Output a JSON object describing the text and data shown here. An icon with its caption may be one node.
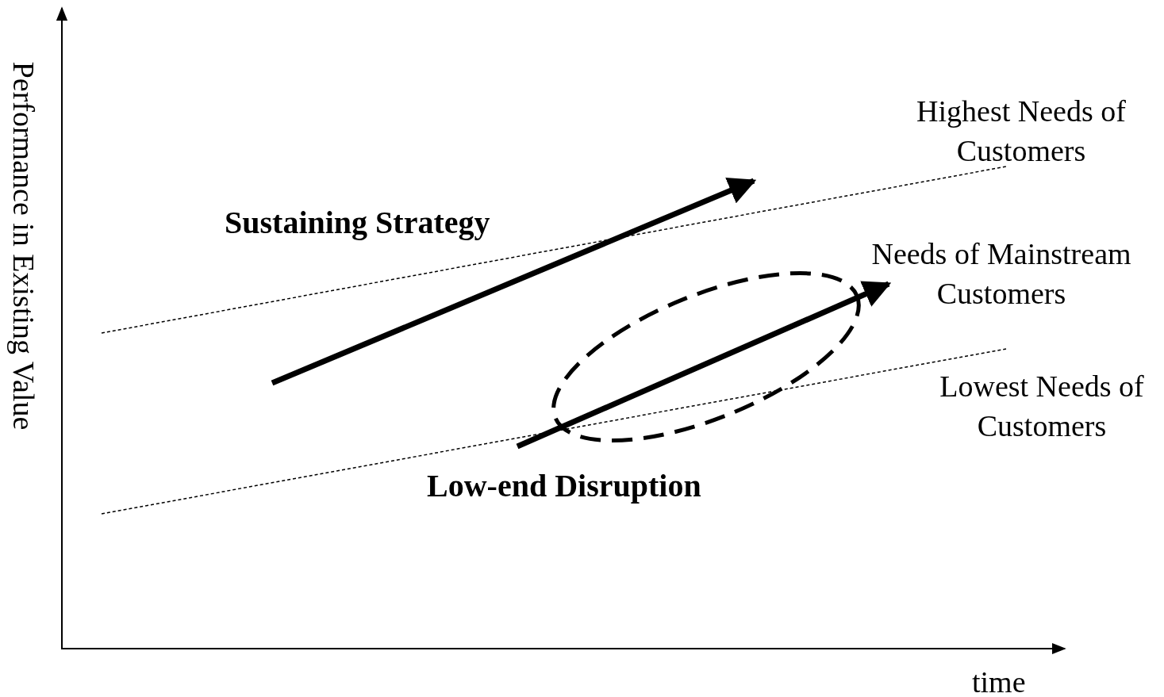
{
  "diagram": {
    "nodes": [
      {
        "text": [],
        "shape": "ellipse"
      }
    ],
    "labels": [
      "Performance in Existing Value",
      "Highest Needs of Customers",
      "Sustaining Strategy",
      "Needs of Mainstream Customers",
      "Lowest Needs of Customers",
      "Low-end Disruption",
      "time"
    ]
  }
}
